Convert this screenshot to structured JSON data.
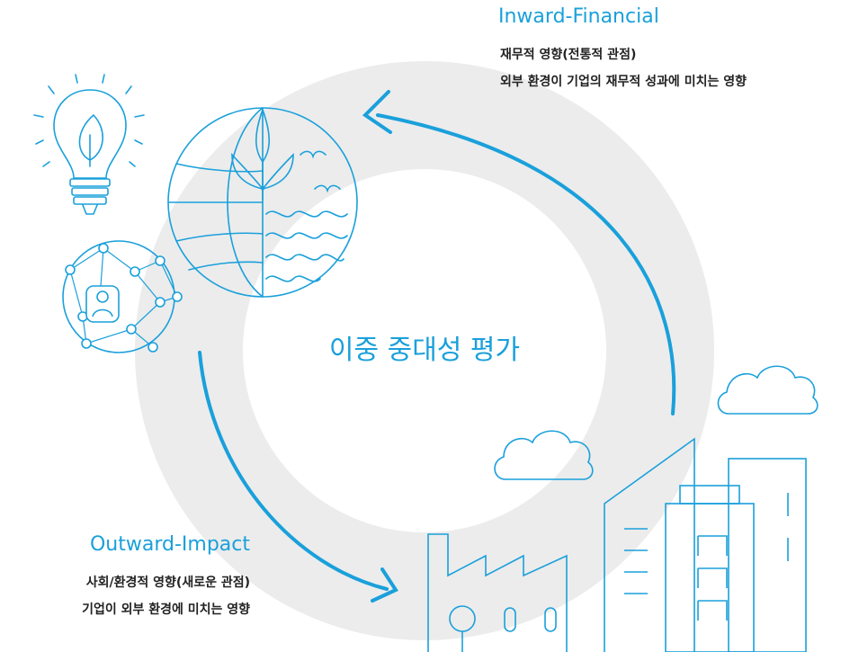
{
  "colors": {
    "accent": "#1aa0db",
    "ring": "#ececec",
    "text": "#222222",
    "line": "#1aa0db"
  },
  "center_label": "이중 중대성 평가",
  "inward": {
    "title": "Inward-Financial",
    "line1": "재무적 영향(전통적 관점)",
    "line2": "외부 환경이 기업의 재무적 성과에 미치는 영향"
  },
  "outward": {
    "title": "Outward-Impact",
    "line1": "사회/환경적 영향(새로운 관점)",
    "line2": "기업이 외부 환경에 미치는 영향"
  },
  "icons": [
    "lightbulb-leaf-icon",
    "globe-sprout-icon",
    "network-person-icon",
    "cloud-icon",
    "factory-icon",
    "buildings-icon"
  ]
}
